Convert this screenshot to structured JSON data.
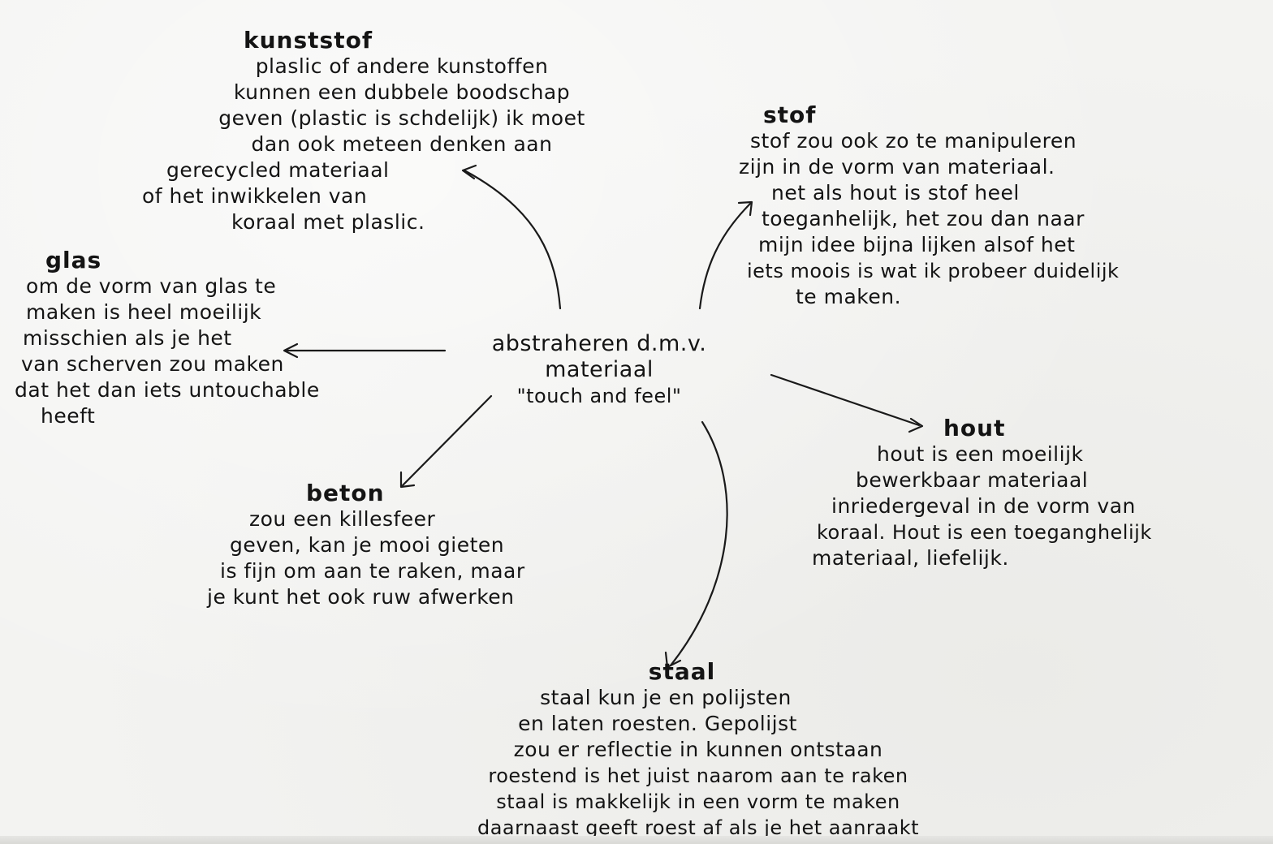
{
  "center": {
    "lines": [
      "abstraheren d.m.v.",
      "materiaal",
      "\"touch and feel\""
    ]
  },
  "nodes": {
    "kunststof": {
      "title": "kunststof",
      "lines": [
        "plaslic of andere kunstoffen",
        "kunnen een dubbele boodschap",
        "geven (plastic is schdelijk) ik moet",
        "dan ook meteen denken aan",
        "gerecycled materiaal",
        "of het inwikkelen van",
        "koraal met plaslic."
      ]
    },
    "stof": {
      "title": "stof",
      "lines": [
        "stof zou ook zo te manipuleren",
        "zijn in de vorm van materiaal.",
        "net als hout is stof heel",
        "toeganhelijk, het zou dan naar",
        "mijn idee bijna lijken alsof het",
        "iets moois is wat ik probeer duidelijk",
        "te maken."
      ]
    },
    "glas": {
      "title": "glas",
      "lines": [
        "om de vorm van glas te",
        "maken is heel moeilijk",
        "misschien als je het",
        "van scherven zou maken",
        "dat het dan iets untouchable",
        "heeft"
      ]
    },
    "hout": {
      "title": "hout",
      "lines": [
        "hout is een moeilijk",
        "bewerkbaar materiaal",
        "inriedergeval in de vorm van",
        "koraal. Hout is een toeganghelijk",
        "materiaal, liefelijk."
      ]
    },
    "beton": {
      "title": "beton",
      "lines": [
        "zou een killesfeer",
        "geven, kan je mooi gieten",
        "is fijn om aan te raken, maar",
        "je kunt het ook ruw afwerken"
      ]
    },
    "staal": {
      "title": "staal",
      "lines": [
        "staal kun je en polijsten",
        "en laten roesten. Gepolijst",
        "zou er reflectie in kunnen ontstaan",
        "roestend is het juist naarom aan te raken",
        "staal is makkelijk in een vorm te maken",
        "daarnaast geeft roest af als je het aanraakt"
      ]
    }
  }
}
